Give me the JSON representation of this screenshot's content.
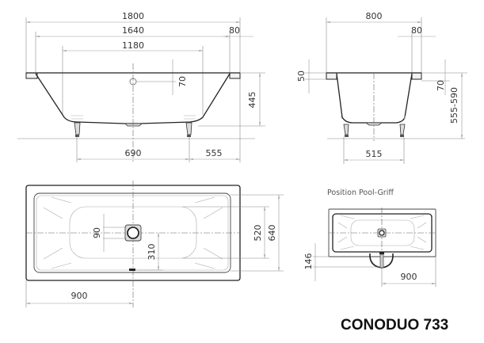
{
  "product": {
    "title": "CONODUO 733"
  },
  "side_view": {
    "dims": {
      "overall_length": "1800",
      "inner_length": "1640",
      "floor_length": "1180",
      "rim_width": "80",
      "overflow_height": "70",
      "depth": "445",
      "leg_spacing": "690",
      "leg_offset": "555"
    }
  },
  "end_view": {
    "dims": {
      "overall_width": "800",
      "rim_width": "80",
      "rim_height": "50",
      "overflow_offset": "70",
      "total_height": "555-590",
      "leg_spacing": "515"
    }
  },
  "plan_view": {
    "dims": {
      "waste_width": "90",
      "waste_offset": "310",
      "inner_width": "520",
      "overall_width": "640",
      "half_length": "900"
    }
  },
  "pool_grip_view": {
    "label": "Position Pool-Griff",
    "dims": {
      "grip_offset": "146",
      "grip_position": "900"
    }
  }
}
